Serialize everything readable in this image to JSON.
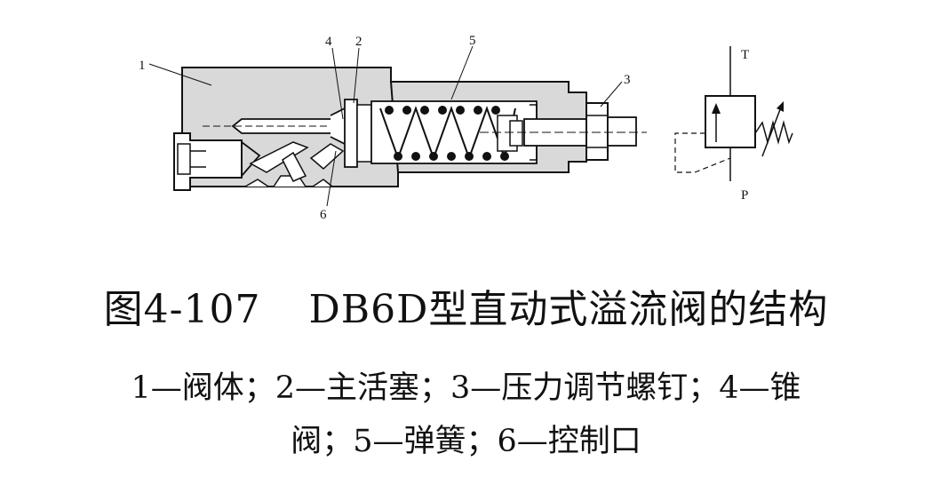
{
  "callouts": {
    "c1": "1",
    "c2": "2",
    "c3": "3",
    "c4": "4",
    "c5": "5",
    "c6": "6"
  },
  "symbol": {
    "port_t": "T",
    "port_p": "P"
  },
  "caption": {
    "number": "图4-107",
    "title": "DB6D型直动式溢流阀的结构"
  },
  "legend": {
    "line1": "1—阀体；2—主活塞；3—压力调节螺钉；4—锥",
    "line2": "阀；5—弹簧；6—控制口"
  },
  "colors": {
    "body_fill": "#d9d9d9",
    "ink": "#111111"
  }
}
